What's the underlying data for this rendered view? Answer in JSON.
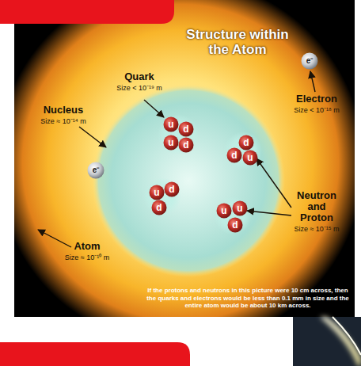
{
  "diagram": {
    "title": "Structure within the Atom",
    "caption": "If the protons and neutrons in this picture were 10 cm across, then the quarks and electrons would be less than 0.1 mm in size and the entire atom would be about 10 km across.",
    "nodes": [
      {
        "text": [
          "e⁻"
        ]
      },
      {
        "text": [
          "u"
        ]
      },
      {
        "text": [
          "d"
        ]
      },
      {
        "text": [
          "u"
        ]
      },
      {
        "text": [
          "d"
        ]
      },
      {
        "text": [
          "d"
        ]
      },
      {
        "text": [
          "d"
        ]
      },
      {
        "text": [
          "u"
        ]
      },
      {
        "text": [
          "e⁻"
        ]
      },
      {
        "text": [
          "u"
        ]
      },
      {
        "text": [
          "d"
        ]
      },
      {
        "text": [
          "d"
        ]
      },
      {
        "text": [
          "u"
        ]
      },
      {
        "text": [
          "u"
        ]
      },
      {
        "text": [
          "d"
        ]
      }
    ],
    "labels": [
      "Quark",
      "Size < 10⁻¹⁹ m",
      "Nucleus",
      "Size ≈ 10⁻¹⁴ m",
      "Electron",
      "Size < 10⁻¹⁸ m",
      "Neutron and Proton",
      "Size ≈ 10⁻¹⁵ m",
      "Atom",
      "Size ≈ 10⁻¹⁰ m"
    ]
  }
}
